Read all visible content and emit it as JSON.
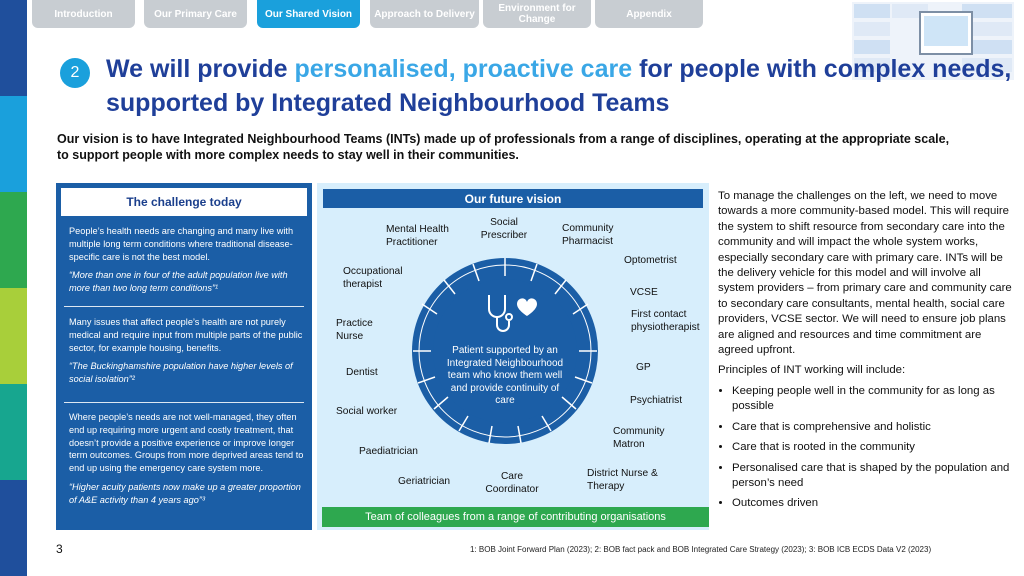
{
  "tabs": [
    {
      "label": "Introduction"
    },
    {
      "label": "Our Primary Care"
    },
    {
      "label": "Our Shared Vision"
    },
    {
      "label": "Approach to Delivery"
    },
    {
      "label": "Environment for Change"
    },
    {
      "label": "Appendix"
    }
  ],
  "active_tab": "Our Shared Vision",
  "section_number": "2",
  "title": {
    "part1": "We will provide ",
    "highlight": "personalised, proactive care",
    "part2": " for people with complex needs, supported by Integrated Neighbourhood Teams"
  },
  "vision_text": "Our vision is to have Integrated Neighbourhood Teams (INTs) made up of professionals from a range of disciplines, operating at the appropriate scale, to support people with more complex needs to stay well in their communities.",
  "challenge": {
    "title": "The challenge today",
    "blocks": [
      {
        "text": "People’s health needs are changing and many live with multiple long term conditions where traditional disease-specific care is not the best model.",
        "quote": "“More than one in four of the adult population live with more than two long term conditions”¹"
      },
      {
        "text": "Many issues that affect people’s health are not purely medical and require input from multiple parts of the public sector, for example housing, benefits.",
        "quote": "“The Buckinghamshire population have higher levels of social isolation”²"
      },
      {
        "text": "Where people’s needs are not well-managed, they often end up requiring more urgent and costly treatment, that doesn’t provide a positive experience or improve longer term outcomes. Groups from more deprived areas tend to end up using the emergency care system more.",
        "quote": "“Higher acuity patients now make up a greater proportion of A&E activity than 4 years ago”³"
      }
    ]
  },
  "future": {
    "title": "Our future vision",
    "center_text": "Patient supported by an Integrated Neighbourhood team who know them well and provide continuity of care",
    "roles": {
      "social_prescriber": "Social Prescriber",
      "community_pharmacist": "Community Pharmacist",
      "mental_health": "Mental Health Practitioner",
      "optometrist": "Optometrist",
      "occupational_therapist": "Occupational therapist",
      "vcse": "VCSE",
      "practice_nurse": "Practice Nurse",
      "first_contact_physio": "First contact physiotherapist",
      "dentist": "Dentist",
      "gp": "GP",
      "social_worker": "Social worker",
      "psychiatrist": "Psychiatrist",
      "community_matron": "Community Matron",
      "paediatrician": "Paediatrician",
      "geriatrician": "Geriatrician",
      "care_coordinator": "Care Coordinator",
      "district_nurse": "District Nurse & Therapy"
    },
    "team_bar": "Team of colleagues from a range of contributing organisations"
  },
  "right": {
    "intro": "To manage the challenges on the left, we need to move towards a more community-based model. This will require the system to shift resource from secondary care into the community and will impact the whole system works, especially secondary care with primary care. INTs will be the delivery vehicle for this model and will involve all system providers – from primary care and community care to secondary care consultants, mental health, social care providers, VCSE sector. We will need to ensure job plans are aligned and resources and time commitment are agreed upfront.",
    "principles_heading": "Principles of INT working will include:",
    "bullets": [
      "Keeping people well in the community for as long as possible",
      "Care that is comprehensive and holistic",
      "Care that is rooted in the community",
      "Personalised care that is shaped by the population and person’s need",
      "Outcomes driven"
    ]
  },
  "page_number": "3",
  "footnote": "1: BOB Joint Forward Plan (2023); 2: BOB fact pack and BOB Integrated Care Strategy (2023); 3: BOB ICB ECDS Data V2 (2023)",
  "colors": {
    "primary_blue": "#1b5ea6",
    "accent_blue": "#1aa0dc",
    "title_navy": "#1f3f99",
    "highlight": "#3aa7e6",
    "green": "#2ea84f",
    "light_panel": "#d7eefc",
    "tab_grey": "#c8cdd2"
  },
  "icons": [
    "stethoscope-heart-icon",
    "hand-heart-icon",
    "slide-thumbnail-icon"
  ]
}
